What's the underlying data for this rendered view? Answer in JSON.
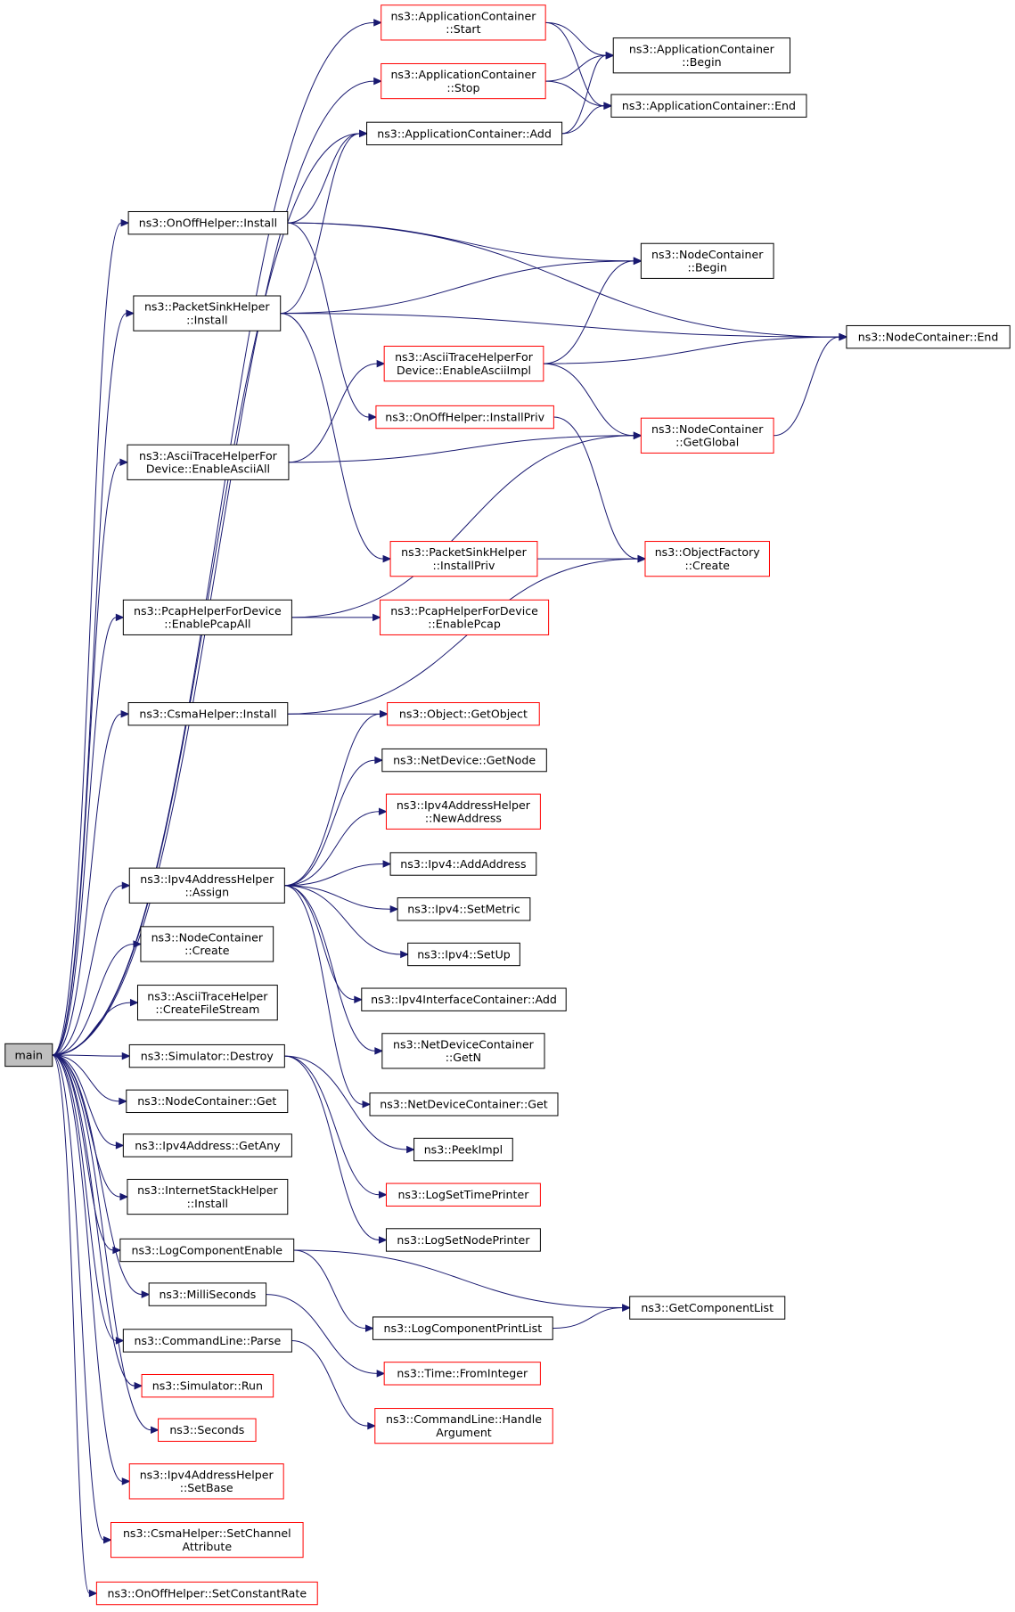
{
  "colors": {
    "edge": "#191970",
    "node_normal": "#000000",
    "node_truncated": "#ff0000",
    "root_fill": "#bfbfbf",
    "fill": "#ffffff"
  },
  "nodes": [
    {
      "id": "main",
      "lines": [
        "main"
      ],
      "style": "root"
    },
    {
      "id": "app_start",
      "lines": [
        "ns3::ApplicationContainer",
        "::Start"
      ],
      "style": "truncated"
    },
    {
      "id": "app_stop",
      "lines": [
        "ns3::ApplicationContainer",
        "::Stop"
      ],
      "style": "truncated"
    },
    {
      "id": "app_add",
      "lines": [
        "ns3::ApplicationContainer::Add"
      ],
      "style": "normal"
    },
    {
      "id": "app_begin",
      "lines": [
        "ns3::ApplicationContainer",
        "::Begin"
      ],
      "style": "normal"
    },
    {
      "id": "app_end",
      "lines": [
        "ns3::ApplicationContainer::End"
      ],
      "style": "normal"
    },
    {
      "id": "onoff_install",
      "lines": [
        "ns3::OnOffHelper::Install"
      ],
      "style": "normal"
    },
    {
      "id": "sink_install",
      "lines": [
        "ns3::PacketSinkHelper",
        "::Install"
      ],
      "style": "normal"
    },
    {
      "id": "nc_begin",
      "lines": [
        "ns3::NodeContainer",
        "::Begin"
      ],
      "style": "normal"
    },
    {
      "id": "nc_end",
      "lines": [
        "ns3::NodeContainer::End"
      ],
      "style": "normal"
    },
    {
      "id": "ascii_impl",
      "lines": [
        "ns3::AsciiTraceHelperFor",
        "Device::EnableAsciiImpl"
      ],
      "style": "truncated"
    },
    {
      "id": "onoff_priv",
      "lines": [
        "ns3::OnOffHelper::InstallPriv"
      ],
      "style": "truncated"
    },
    {
      "id": "ascii_all",
      "lines": [
        "ns3::AsciiTraceHelperFor",
        "Device::EnableAsciiAll"
      ],
      "style": "normal"
    },
    {
      "id": "nc_global",
      "lines": [
        "ns3::NodeContainer",
        "::GetGlobal"
      ],
      "style": "truncated"
    },
    {
      "id": "sink_priv",
      "lines": [
        "ns3::PacketSinkHelper",
        "::InstallPriv"
      ],
      "style": "truncated"
    },
    {
      "id": "of_create",
      "lines": [
        "ns3::ObjectFactory",
        "::Create"
      ],
      "style": "truncated"
    },
    {
      "id": "pcap_all",
      "lines": [
        "ns3::PcapHelperForDevice",
        "::EnablePcapAll"
      ],
      "style": "normal"
    },
    {
      "id": "pcap_enable",
      "lines": [
        "ns3::PcapHelperForDevice",
        "::EnablePcap"
      ],
      "style": "truncated"
    },
    {
      "id": "csma_install",
      "lines": [
        "ns3::CsmaHelper::Install"
      ],
      "style": "normal"
    },
    {
      "id": "getobject",
      "lines": [
        "ns3::Object::GetObject"
      ],
      "style": "truncated"
    },
    {
      "id": "nd_getnode",
      "lines": [
        "ns3::NetDevice::GetNode"
      ],
      "style": "normal"
    },
    {
      "id": "newaddress",
      "lines": [
        "ns3::Ipv4AddressHelper",
        "::NewAddress"
      ],
      "style": "truncated"
    },
    {
      "id": "ipv4_addaddr",
      "lines": [
        "ns3::Ipv4::AddAddress"
      ],
      "style": "normal"
    },
    {
      "id": "assign",
      "lines": [
        "ns3::Ipv4AddressHelper",
        "::Assign"
      ],
      "style": "normal"
    },
    {
      "id": "setmetric",
      "lines": [
        "ns3::Ipv4::SetMetric"
      ],
      "style": "normal"
    },
    {
      "id": "nc_create",
      "lines": [
        "ns3::NodeContainer",
        "::Create"
      ],
      "style": "normal"
    },
    {
      "id": "setup",
      "lines": [
        "ns3::Ipv4::SetUp"
      ],
      "style": "normal"
    },
    {
      "id": "ascii_stream",
      "lines": [
        "ns3::AsciiTraceHelper",
        "::CreateFileStream"
      ],
      "style": "normal"
    },
    {
      "id": "ic_add",
      "lines": [
        "ns3::Ipv4InterfaceContainer::Add"
      ],
      "style": "normal"
    },
    {
      "id": "ndc_getn",
      "lines": [
        "ns3::NetDeviceContainer",
        "::GetN"
      ],
      "style": "normal"
    },
    {
      "id": "sim_destroy",
      "lines": [
        "ns3::Simulator::Destroy"
      ],
      "style": "normal"
    },
    {
      "id": "nc_get",
      "lines": [
        "ns3::NodeContainer::Get"
      ],
      "style": "normal"
    },
    {
      "id": "ndc_get",
      "lines": [
        "ns3::NetDeviceContainer::Get"
      ],
      "style": "normal"
    },
    {
      "id": "getany",
      "lines": [
        "ns3::Ipv4Address::GetAny"
      ],
      "style": "normal"
    },
    {
      "id": "peekimpl",
      "lines": [
        "ns3::PeekImpl"
      ],
      "style": "normal"
    },
    {
      "id": "inet_install",
      "lines": [
        "ns3::InternetStackHelper",
        "::Install"
      ],
      "style": "normal"
    },
    {
      "id": "logtime",
      "lines": [
        "ns3::LogSetTimePrinter"
      ],
      "style": "truncated"
    },
    {
      "id": "lognode",
      "lines": [
        "ns3::LogSetNodePrinter"
      ],
      "style": "normal"
    },
    {
      "id": "logenable",
      "lines": [
        "ns3::LogComponentEnable"
      ],
      "style": "normal"
    },
    {
      "id": "getcomplist",
      "lines": [
        "ns3::GetComponentList"
      ],
      "style": "normal"
    },
    {
      "id": "millis",
      "lines": [
        "ns3::MilliSeconds"
      ],
      "style": "normal"
    },
    {
      "id": "logprint",
      "lines": [
        "ns3::LogComponentPrintList"
      ],
      "style": "normal"
    },
    {
      "id": "cl_parse",
      "lines": [
        "ns3::CommandLine::Parse"
      ],
      "style": "normal"
    },
    {
      "id": "fromint",
      "lines": [
        "ns3::Time::FromInteger"
      ],
      "style": "truncated"
    },
    {
      "id": "sim_run",
      "lines": [
        "ns3::Simulator::Run"
      ],
      "style": "truncated"
    },
    {
      "id": "handlearg",
      "lines": [
        "ns3::CommandLine::Handle",
        "Argument"
      ],
      "style": "truncated"
    },
    {
      "id": "seconds",
      "lines": [
        "ns3::Seconds"
      ],
      "style": "truncated"
    },
    {
      "id": "setbase",
      "lines": [
        "ns3::Ipv4AddressHelper",
        "::SetBase"
      ],
      "style": "truncated"
    },
    {
      "id": "setchan",
      "lines": [
        "ns3::CsmaHelper::SetChannel",
        "Attribute"
      ],
      "style": "truncated"
    },
    {
      "id": "setrate",
      "lines": [
        "ns3::OnOffHelper::SetConstantRate"
      ],
      "style": "truncated"
    }
  ],
  "edges": [
    [
      "main",
      "app_start"
    ],
    [
      "main",
      "app_stop"
    ],
    [
      "main",
      "app_add"
    ],
    [
      "main",
      "onoff_install"
    ],
    [
      "main",
      "sink_install"
    ],
    [
      "main",
      "ascii_all"
    ],
    [
      "main",
      "pcap_all"
    ],
    [
      "main",
      "csma_install"
    ],
    [
      "main",
      "assign"
    ],
    [
      "main",
      "nc_create"
    ],
    [
      "main",
      "ascii_stream"
    ],
    [
      "main",
      "sim_destroy"
    ],
    [
      "main",
      "nc_get"
    ],
    [
      "main",
      "getany"
    ],
    [
      "main",
      "inet_install"
    ],
    [
      "main",
      "logenable"
    ],
    [
      "main",
      "millis"
    ],
    [
      "main",
      "cl_parse"
    ],
    [
      "main",
      "sim_run"
    ],
    [
      "main",
      "seconds"
    ],
    [
      "main",
      "setbase"
    ],
    [
      "main",
      "setchan"
    ],
    [
      "main",
      "setrate"
    ],
    [
      "app_start",
      "app_begin"
    ],
    [
      "app_start",
      "app_end"
    ],
    [
      "app_stop",
      "app_begin"
    ],
    [
      "app_stop",
      "app_end"
    ],
    [
      "app_add",
      "app_begin"
    ],
    [
      "app_add",
      "app_end"
    ],
    [
      "onoff_install",
      "app_add"
    ],
    [
      "onoff_install",
      "nc_begin"
    ],
    [
      "onoff_install",
      "nc_end"
    ],
    [
      "onoff_install",
      "onoff_priv"
    ],
    [
      "sink_install",
      "app_add"
    ],
    [
      "sink_install",
      "nc_begin"
    ],
    [
      "sink_install",
      "nc_end"
    ],
    [
      "sink_install",
      "sink_priv"
    ],
    [
      "ascii_impl",
      "nc_begin"
    ],
    [
      "ascii_impl",
      "nc_end"
    ],
    [
      "ascii_impl",
      "nc_global"
    ],
    [
      "ascii_all",
      "ascii_impl"
    ],
    [
      "ascii_all",
      "nc_global"
    ],
    [
      "nc_global",
      "nc_end"
    ],
    [
      "onoff_priv",
      "of_create"
    ],
    [
      "sink_priv",
      "of_create"
    ],
    [
      "pcap_all",
      "nc_global"
    ],
    [
      "pcap_all",
      "pcap_enable"
    ],
    [
      "csma_install",
      "of_create"
    ],
    [
      "csma_install",
      "getobject"
    ],
    [
      "assign",
      "getobject"
    ],
    [
      "assign",
      "nd_getnode"
    ],
    [
      "assign",
      "newaddress"
    ],
    [
      "assign",
      "ipv4_addaddr"
    ],
    [
      "assign",
      "setmetric"
    ],
    [
      "assign",
      "setup"
    ],
    [
      "assign",
      "ic_add"
    ],
    [
      "assign",
      "ndc_getn"
    ],
    [
      "assign",
      "ndc_get"
    ],
    [
      "sim_destroy",
      "peekimpl"
    ],
    [
      "sim_destroy",
      "logtime"
    ],
    [
      "sim_destroy",
      "lognode"
    ],
    [
      "logenable",
      "getcomplist"
    ],
    [
      "logenable",
      "logprint"
    ],
    [
      "logprint",
      "getcomplist"
    ],
    [
      "millis",
      "fromint"
    ],
    [
      "cl_parse",
      "handlearg"
    ]
  ]
}
